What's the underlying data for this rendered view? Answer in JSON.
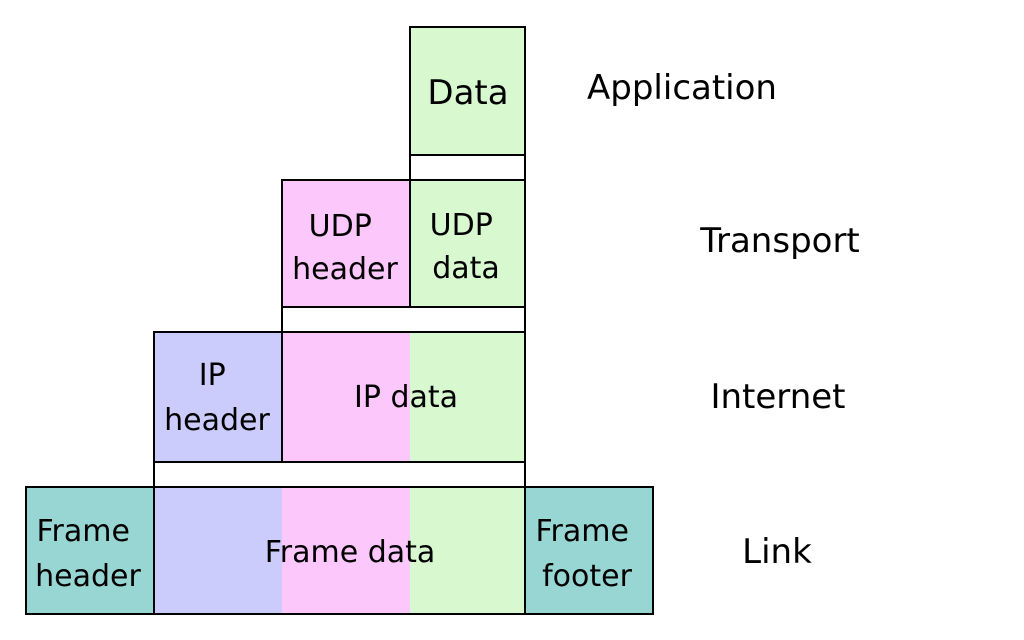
{
  "colors": {
    "data": "#d8f8d0",
    "udp": "#fcc8fc",
    "ip": "#ccccfc",
    "frame": "#98d6d4",
    "connector": "#ffffff",
    "line": "#000000"
  },
  "layers": {
    "application": "Application",
    "transport": "Transport",
    "internet": "Internet",
    "link": "Link"
  },
  "blocks": {
    "data": "Data",
    "udp_header": [
      "UDP",
      "header"
    ],
    "udp_data": [
      "UDP",
      "data"
    ],
    "ip_header": [
      "IP",
      "header"
    ],
    "ip_data": "IP data",
    "frame_header": [
      "Frame",
      "header"
    ],
    "frame_data": "Frame data",
    "frame_footer": [
      "Frame",
      "footer"
    ]
  }
}
